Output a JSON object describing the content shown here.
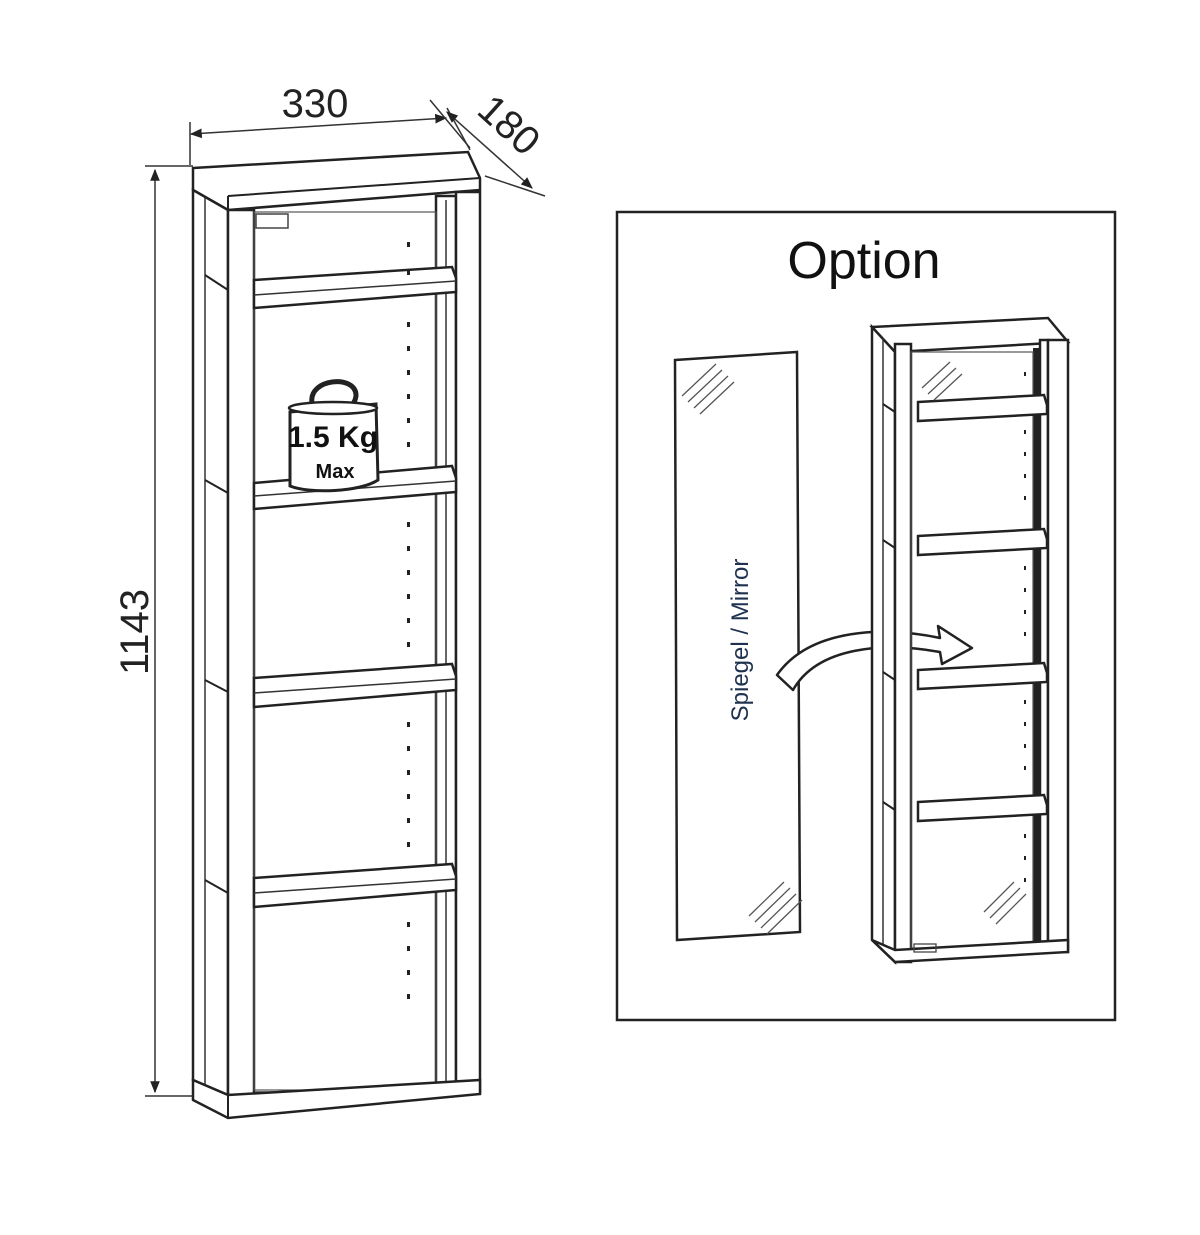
{
  "dimensions": {
    "width": "330",
    "depth": "180",
    "height": "1143"
  },
  "weight_limit": {
    "value": "1.5 Kg",
    "label": "Max"
  },
  "option": {
    "title": "Option",
    "mirror_label": "Spiegel / Mirror"
  },
  "colors": {
    "line": "#222222",
    "background": "#ffffff",
    "mirror_label": "#1e3250"
  }
}
